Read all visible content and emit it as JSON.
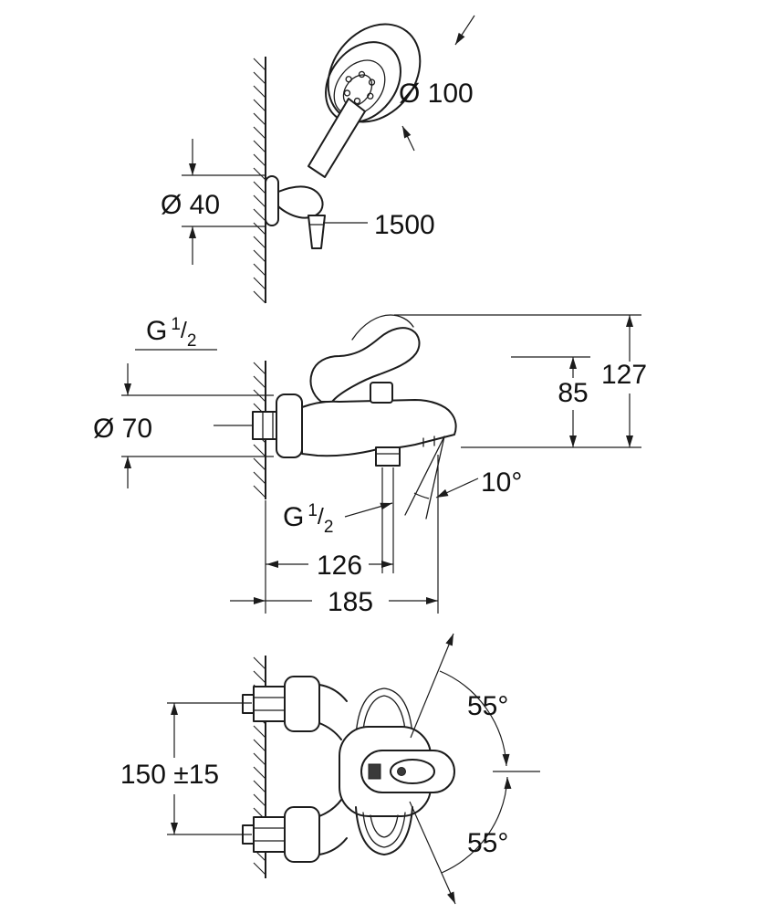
{
  "page": {
    "background": "#ffffff",
    "ink": "#1c1c1c"
  },
  "hand_shower_view": {
    "head_diameter": "Ø 100",
    "bracket_diameter": "Ø 40",
    "hose_length": "1500"
  },
  "side_view": {
    "thread_top": {
      "base": "G",
      "sup": "1",
      "slash": "/",
      "sub": "2"
    },
    "thread_bottom": {
      "base": "G",
      "sup": "1",
      "slash": "/",
      "sub": "2"
    },
    "escutcheon_diameter": "Ø 70",
    "height_to_body": "85",
    "height_to_lever": "127",
    "spout_angle": "10°",
    "wall_to_outlet": "126",
    "wall_to_spout_tip": "185"
  },
  "top_view": {
    "union_distance": "150 ±15",
    "swivel_upper": "55°",
    "swivel_lower": "55°"
  }
}
